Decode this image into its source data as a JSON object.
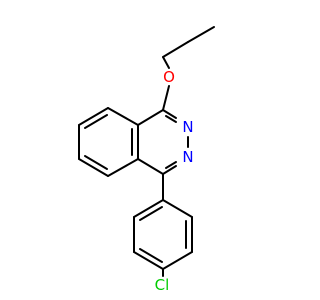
{
  "atoms": [
    {
      "id": "O",
      "label": "O",
      "color": "#FF0000"
    },
    {
      "id": "N1",
      "label": "N",
      "color": "#0000FF"
    },
    {
      "id": "N2",
      "label": "N",
      "color": "#0000FF"
    },
    {
      "id": "Cl",
      "label": "Cl",
      "color": "#00CC00"
    }
  ],
  "colors": {
    "bond": "#000000",
    "oxygen": "#FF0000",
    "nitrogen": "#0000FF",
    "chlorine": "#00CC00"
  }
}
